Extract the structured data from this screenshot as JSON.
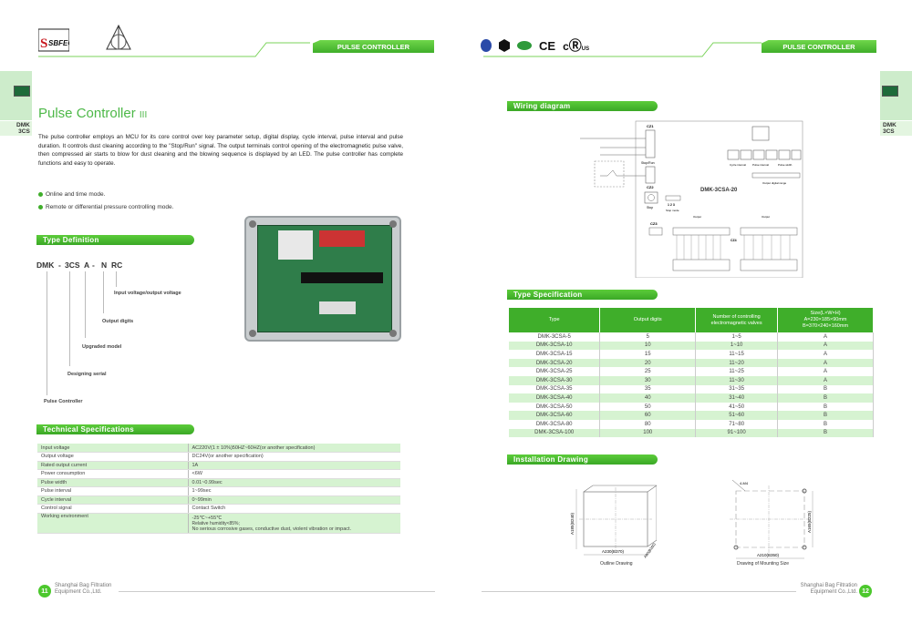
{
  "header": {
    "tab_label": "PULSE CONTROLLER",
    "brand_logo": "SBFEC",
    "cert_logos": [
      "ce",
      "cul-us",
      "cqc",
      "ccc",
      "star-cert"
    ]
  },
  "side": {
    "label_line1": "DMK",
    "label_line2": "3CS"
  },
  "left": {
    "title": "Pulse Controller",
    "title_suffix": "III",
    "intro": "The pulse controller employs an MCU for its core control over key parameter setup, digital display, cycle  interval, pulse interval and pulse duration. It controls dust cleaning according to the \"Stop/Run\" signal. The output terminals control opening of the electromagnetic pulse valve, then compressed air starts to blow for dust cleaning and the blowing sequence is displayed by an LED. The pulse controller has complete functions and easy to operate.",
    "bullets": [
      "Online and time mode.",
      "Remote or differential pressure controlling mode."
    ],
    "type_definition": {
      "heading": "Type Definition",
      "code": [
        "DMK",
        "-",
        "3CS",
        "A",
        "-",
        "N",
        "RC"
      ],
      "labels": [
        "Input voltage/output voltage",
        "Output digits",
        "Upgraded model",
        "Designing serial",
        "Pulse Controller"
      ]
    },
    "tech": {
      "heading": "Technical Specifications",
      "rows": [
        [
          "Input voltage",
          "AC220V(1 ± 10%)50HZ~60HZ(or another specification)"
        ],
        [
          "Output voltage",
          "DC24V(or another specification)"
        ],
        [
          "Rated output current",
          "1A"
        ],
        [
          "Power consumption",
          "<6W"
        ],
        [
          "Pulse width",
          "0.01~0.99sec"
        ],
        [
          "Pulse interval",
          "1~99sec"
        ],
        [
          "Cycle interval",
          "0~99min"
        ],
        [
          "Control signal",
          "Contact Switch"
        ],
        [
          "Working environment",
          "-25℃~+55℃",
          "Relative humidity<85%;",
          "No serious corrosive gases, conductive dust, violent vibration or impact."
        ]
      ]
    },
    "footer": {
      "page": "11",
      "company_line1": "Shanghai Bag Filtration",
      "company_line2": "Equipment Co.,Ltd."
    }
  },
  "right": {
    "wiring": {
      "heading": "Wiring diagram",
      "model": "DMK-3CSA-20",
      "labels": [
        "CZ1",
        "CZ2",
        "CZ3",
        "Stop/Run",
        "Stop",
        "Stop mode",
        "Cycle interval",
        "Pulse interval",
        "Pulse width",
        "Output digital range",
        "Output",
        "CZ4"
      ],
      "jumper": "1 2 3"
    },
    "spec": {
      "heading": "Type Specification",
      "columns": [
        "Type",
        "Output digits",
        "Number of controlling electromagnetic valves",
        "Size(L×W×H)",
        "A=230×185×90mm",
        "B=370×240×160mm"
      ],
      "rows": [
        [
          "DMK-3CSA-5",
          "5",
          "1~5",
          "A"
        ],
        [
          "DMK-3CSA-10",
          "10",
          "1~10",
          "A"
        ],
        [
          "DMK-3CSA-15",
          "15",
          "11~15",
          "A"
        ],
        [
          "DMK-3CSA-20",
          "20",
          "11~20",
          "A"
        ],
        [
          "DMK-3CSA-25",
          "25",
          "11~25",
          "A"
        ],
        [
          "DMK-3CSA-30",
          "30",
          "11~30",
          "A"
        ],
        [
          "DMK-3CSA-35",
          "35",
          "31~35",
          "B"
        ],
        [
          "DMK-3CSA-40",
          "40",
          "31~40",
          "B"
        ],
        [
          "DMK-3CSA-50",
          "50",
          "41~50",
          "B"
        ],
        [
          "DMK-3CSA-60",
          "60",
          "51~60",
          "B"
        ],
        [
          "DMK-3CSA-80",
          "80",
          "71~80",
          "B"
        ],
        [
          "DMK-3CSA-100",
          "100",
          "91~100",
          "B"
        ]
      ]
    },
    "install": {
      "heading": "Installation Drawing",
      "outline_caption": "Outline Drawing",
      "mount_caption": "Drawing of Mounting Size",
      "dim_w": "A230(B370)",
      "dim_h": "A185(B240)",
      "dim_d": "A90(B160)",
      "mount_w": "A210(B350)",
      "mount_h": "A165(B225)",
      "hole": "4-M4"
    },
    "footer": {
      "page": "12",
      "company_line1": "Shanghai Bag Filtration",
      "company_line2": "Equipment Co.,Ltd."
    }
  },
  "colors": {
    "accent": "#3fae2a",
    "light": "#d6f3d1"
  }
}
